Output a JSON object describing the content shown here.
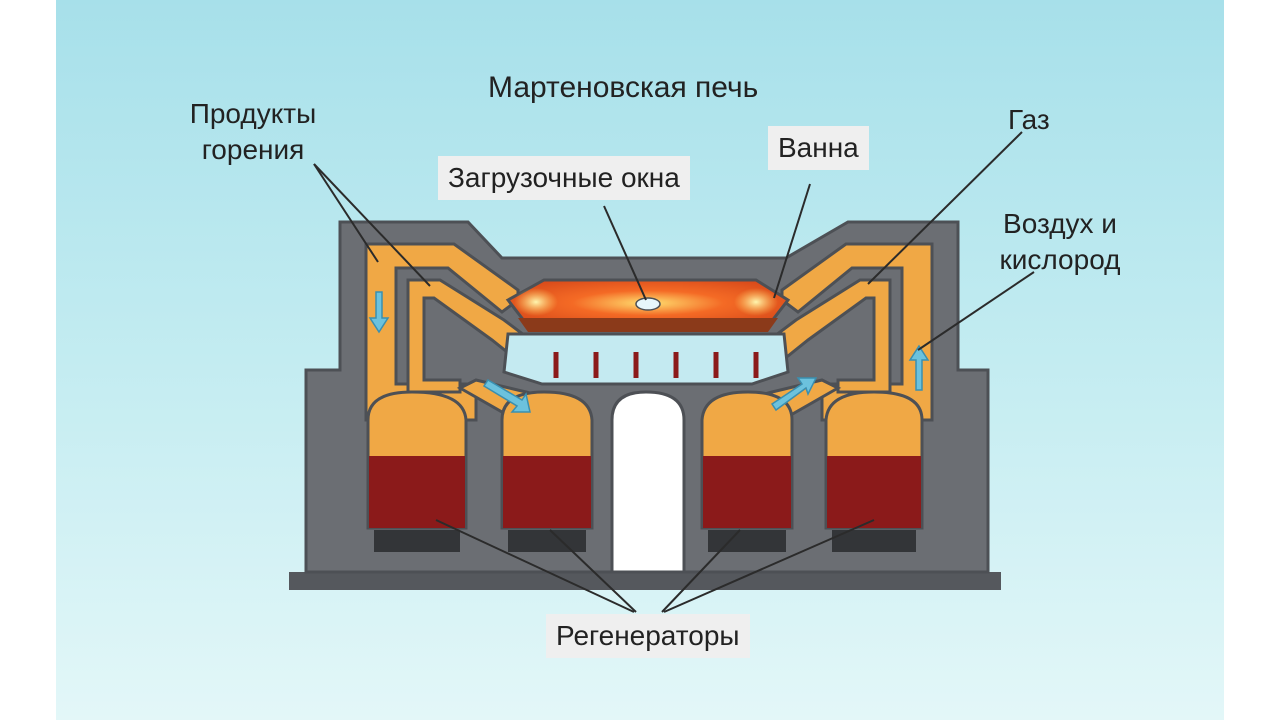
{
  "diagram": {
    "title": "Мартеновская печь",
    "labels": {
      "products_line1": "Продукты",
      "products_line2": "горения",
      "loading_windows": "Загрузочные окна",
      "bath": "Ванна",
      "gas": "Газ",
      "air_line1": "Воздух и",
      "air_line2": "кислород",
      "regenerators": "Регенераторы"
    }
  },
  "colors": {
    "background": "#b8e6ee",
    "wall": "#6b6e73",
    "channel": "#f0a845",
    "checker": "#8b1a1a",
    "flame": "#f06a23",
    "arrow": "#6cc2dd"
  }
}
